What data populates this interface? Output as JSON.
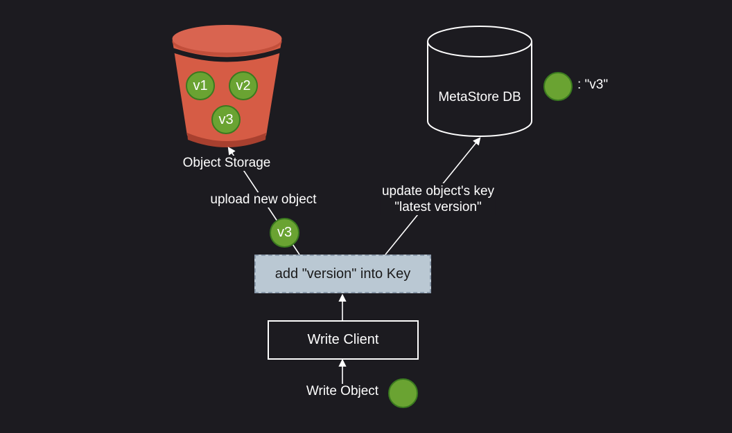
{
  "colors": {
    "background": "#1c1b20",
    "bucket": "#d65c45",
    "version_dot": "#6aa332",
    "key_box": "#bac8d3"
  },
  "object_storage": {
    "label": "Object Storage",
    "versions": [
      "v1",
      "v2",
      "v3"
    ]
  },
  "metastore": {
    "label": "MetaStore DB",
    "latest_value": ": \"v3\""
  },
  "edges": {
    "upload_label": "upload new object",
    "upload_version": "v3",
    "update_label_line1": "update object's key",
    "update_label_line2": "\"latest version\""
  },
  "version_box": {
    "label": "add \"version\" into Key"
  },
  "write_client": {
    "label": "Write Client"
  },
  "write_object": {
    "label": "Write Object"
  }
}
